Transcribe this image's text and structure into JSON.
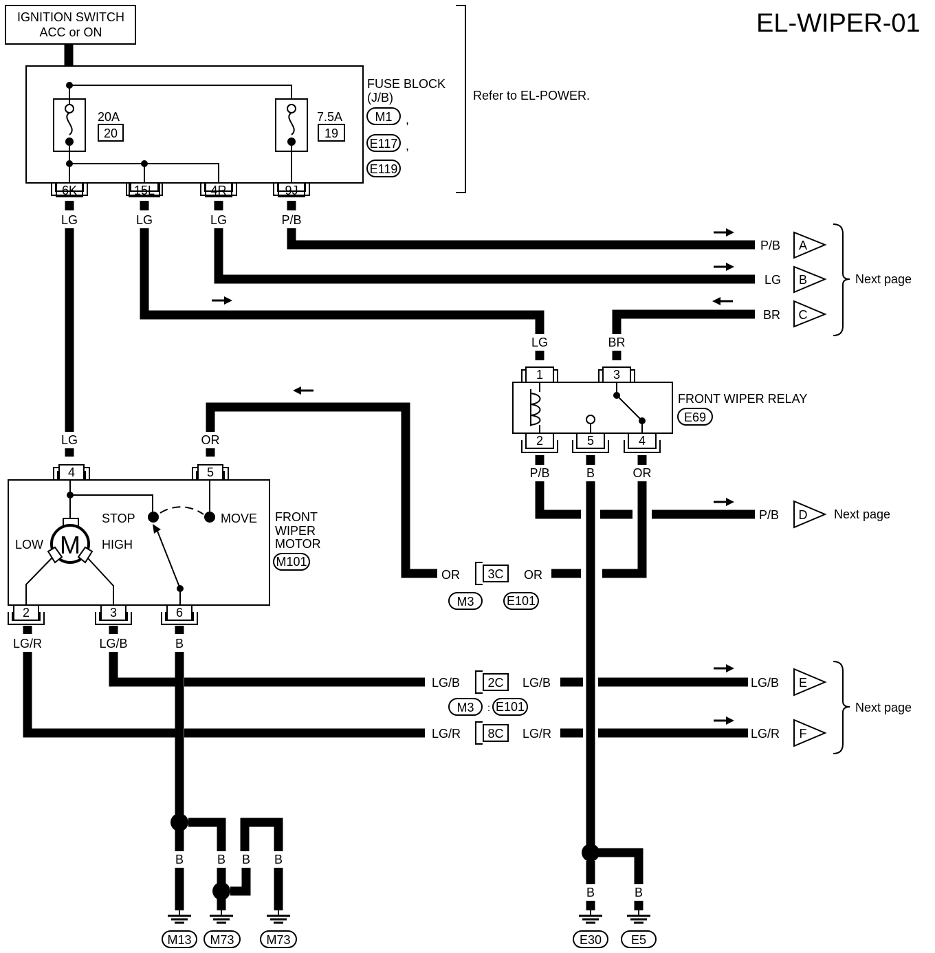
{
  "diagram_id": "EL-WIPER-01",
  "ignition": {
    "line1": "IGNITION SWITCH",
    "line2": "ACC or ON"
  },
  "fuse_block": {
    "label1": "FUSE BLOCK",
    "label2": "(J/B)",
    "refer": "Refer to EL-POWER.",
    "connectors": [
      "M1",
      "E117",
      "E119"
    ],
    "fuse1": {
      "rating": "20A",
      "number": "20"
    },
    "fuse2": {
      "rating": "7.5A",
      "number": "19"
    },
    "terminals": [
      "6K",
      "15L",
      "4R",
      "9J"
    ],
    "wires": [
      "LG",
      "LG",
      "LG",
      "P/B"
    ]
  },
  "next_page": "Next page",
  "outputs": [
    {
      "color": "P/B",
      "letter": "A"
    },
    {
      "color": "LG",
      "letter": "B"
    },
    {
      "color": "BR",
      "letter": "C"
    },
    {
      "color": "P/B",
      "letter": "D"
    },
    {
      "color": "LG/B",
      "letter": "E"
    },
    {
      "color": "LG/R",
      "letter": "F"
    }
  ],
  "relay": {
    "line1": "FRONT WIPER RELAY",
    "connector": "E69",
    "pins": [
      "1",
      "3",
      "2",
      "5",
      "4"
    ],
    "wire_top": [
      "LG",
      "BR"
    ],
    "wire_bottom": [
      "P/B",
      "B",
      "OR"
    ]
  },
  "motor": {
    "line1": "FRONT",
    "line2": "WIPER",
    "line3": "MOTOR",
    "connector": "M101",
    "symbol": "M",
    "low": "LOW",
    "high": "HIGH",
    "stop": "STOP",
    "move": "MOVE",
    "pins": [
      "4",
      "5",
      "2",
      "3",
      "6"
    ],
    "wire_top": [
      "LG",
      "OR"
    ],
    "wire_bottom": [
      "LG/R",
      "LG/B",
      "B"
    ]
  },
  "inline_connectors": {
    "c3": {
      "pin": "3C",
      "left": "OR",
      "right": "OR",
      "conn_left": "M3",
      "conn_right": "E101"
    },
    "c2": {
      "pin": "2C",
      "left": "LG/B",
      "right": "LG/B"
    },
    "c8": {
      "pin": "8C",
      "left": "LG/R",
      "right": "LG/R"
    },
    "shared": {
      "conn_left": "M3",
      "conn_right": "E101"
    }
  },
  "grounds": {
    "wire": "B",
    "labels": [
      "M13",
      "M73",
      "M73",
      "E30",
      "E5"
    ]
  }
}
